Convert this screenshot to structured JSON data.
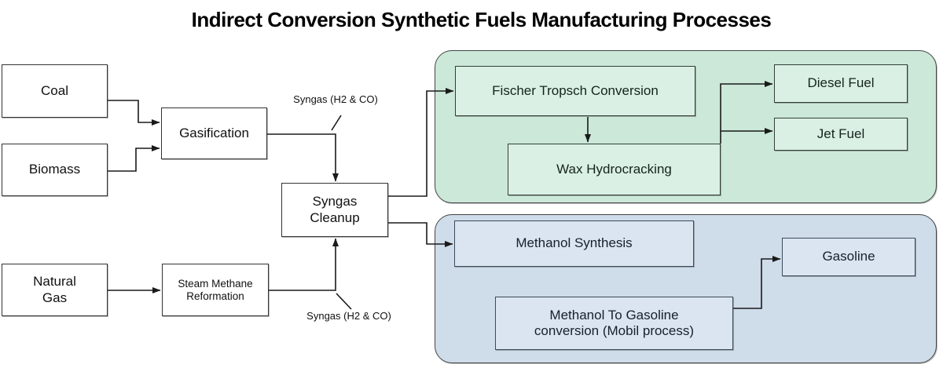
{
  "title": "Indirect Conversion Synthetic Fuels Manufacturing Processes",
  "nodes": {
    "coal": {
      "label": "Coal"
    },
    "biomass": {
      "label": "Biomass"
    },
    "natural_gas": {
      "label": "Natural\nGas"
    },
    "gasification": {
      "label": "Gasification"
    },
    "steam_methane": {
      "label": "Steam Methane\nReformation"
    },
    "syngas_cleanup": {
      "label": "Syngas\nCleanup"
    },
    "fischer_tropsch": {
      "label": "Fischer Tropsch Conversion"
    },
    "wax_hydrocracking": {
      "label": "Wax Hydrocracking"
    },
    "diesel_fuel": {
      "label": "Diesel Fuel"
    },
    "jet_fuel": {
      "label": "Jet Fuel"
    },
    "methanol_synthesis": {
      "label": "Methanol Synthesis"
    },
    "methanol_to_gasoline": {
      "label": "Methanol To Gasoline\nconversion (Mobil process)"
    },
    "gasoline": {
      "label": "Gasoline"
    }
  },
  "annotations": {
    "syngas_top": "Syngas (H2 & CO)",
    "syngas_bottom": "Syngas (H2 & CO)"
  },
  "colors": {
    "green_group_fill": "#cbe8d8",
    "green_box_fill": "#daf0e4",
    "blue_group_fill": "#cfdce9",
    "blue_box_fill": "#dbe5f1",
    "line": "#1a1a1a",
    "box_border": "#333333",
    "green_border": "#333f38",
    "blue_border": "#3c4a5a"
  }
}
